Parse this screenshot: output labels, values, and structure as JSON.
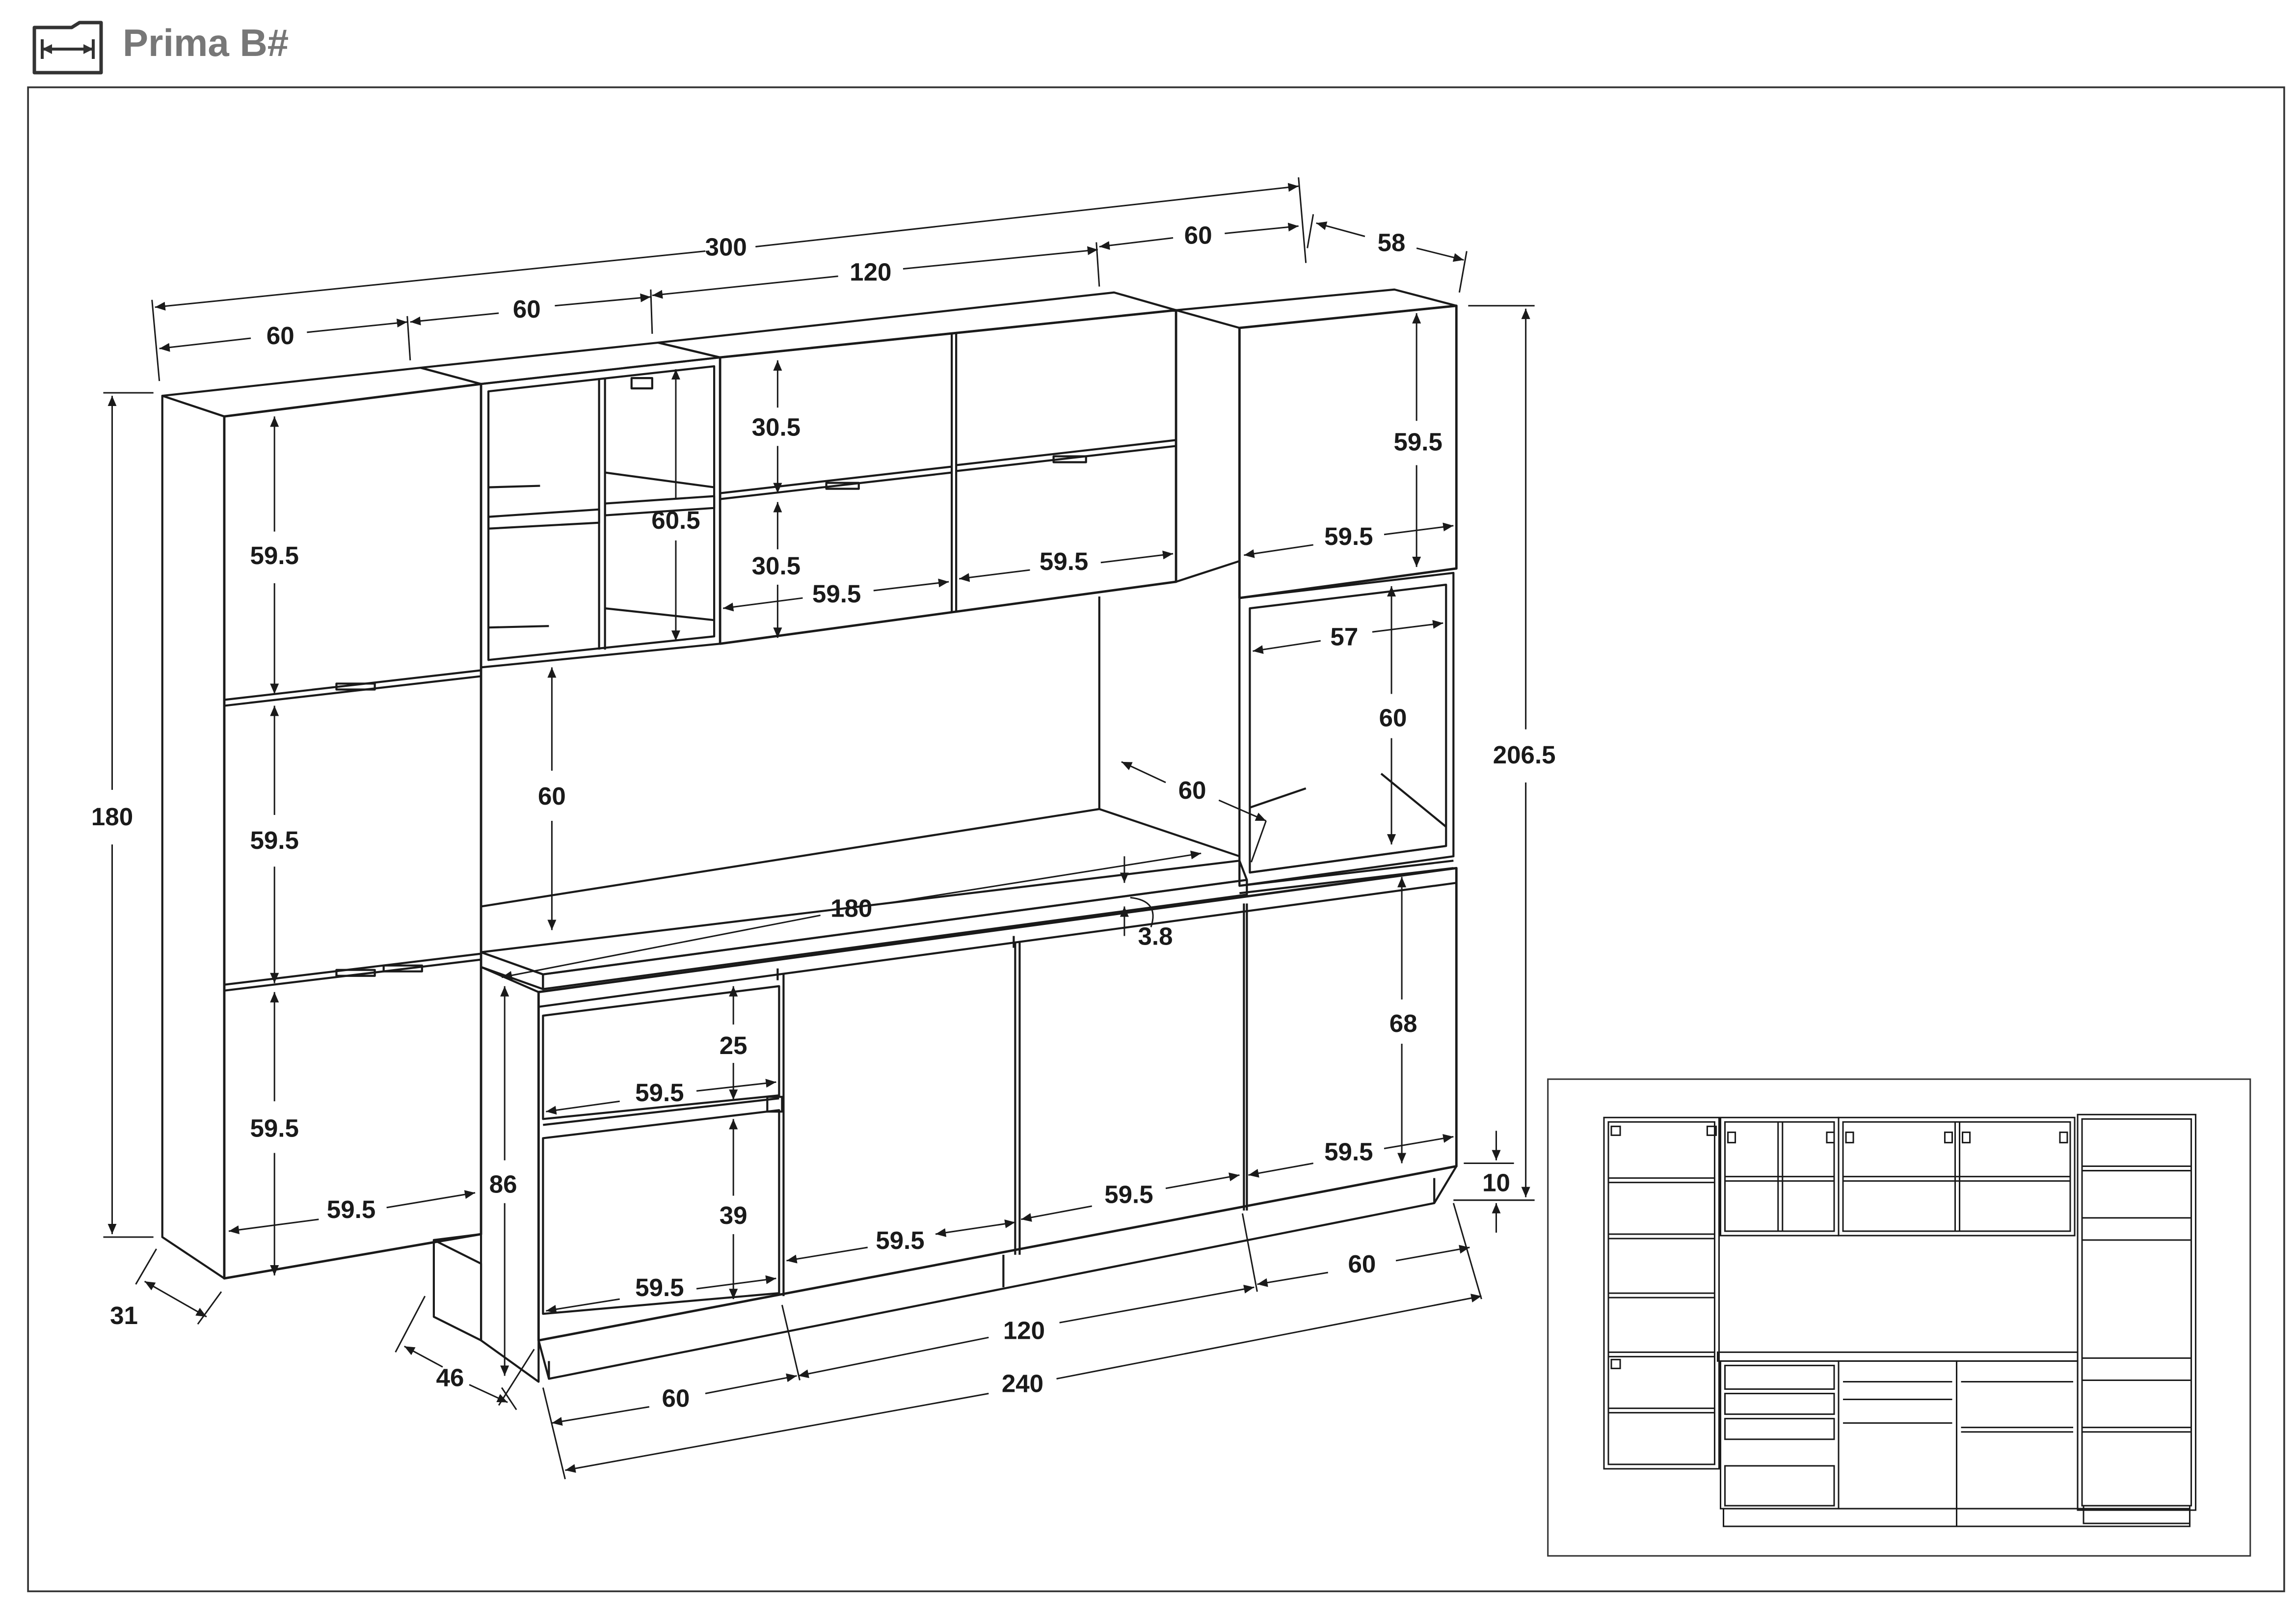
{
  "header": {
    "title": "Prima B#",
    "icon": "dimension-arrow-icon"
  },
  "colors": {
    "line": "#1a1a1a",
    "title": "#777777",
    "frame": "#333333",
    "background": "#ffffff"
  },
  "units": "cm",
  "dimensions": {
    "total_width": "300",
    "top_seg_60_right": "60",
    "depth_58": "58",
    "top_seg_60_left": "60",
    "top_seg_60_mid": "60",
    "top_seg_120": "120",
    "tall_height_180": "180",
    "tall_door_top": "59.5",
    "tall_door_mid": "59.5",
    "tall_door_bot": "59.5",
    "tall_width": "59.5",
    "tall_depth_31": "31",
    "niche_height": "60.5",
    "flap_top_h": "30.5",
    "flap_bot_h": "30.5",
    "flap_w_left": "59.5",
    "flap_w_right": "59.5",
    "wall_gap_60": "60",
    "counter_180": "180",
    "counter_depth_60": "60",
    "counter_thick": "3.8",
    "oven_top_door_h": "59.5",
    "oven_top_door_w": "59.5",
    "oven_w": "57",
    "oven_h": "60",
    "total_height": "206.5",
    "drawer_h": "25",
    "drawer_w": "59.5",
    "lower_door_h": "39",
    "lower_door_w": "59.5",
    "base_height_86": "86",
    "base_door_1": "59.5",
    "base_door_2": "59.5",
    "right_base_h": "68",
    "right_base_w": "59.5",
    "plinth_10": "10",
    "bottom_60_right": "60",
    "bottom_120": "120",
    "bottom_60_left": "60",
    "bottom_240": "240",
    "base_depth_46": "46"
  }
}
